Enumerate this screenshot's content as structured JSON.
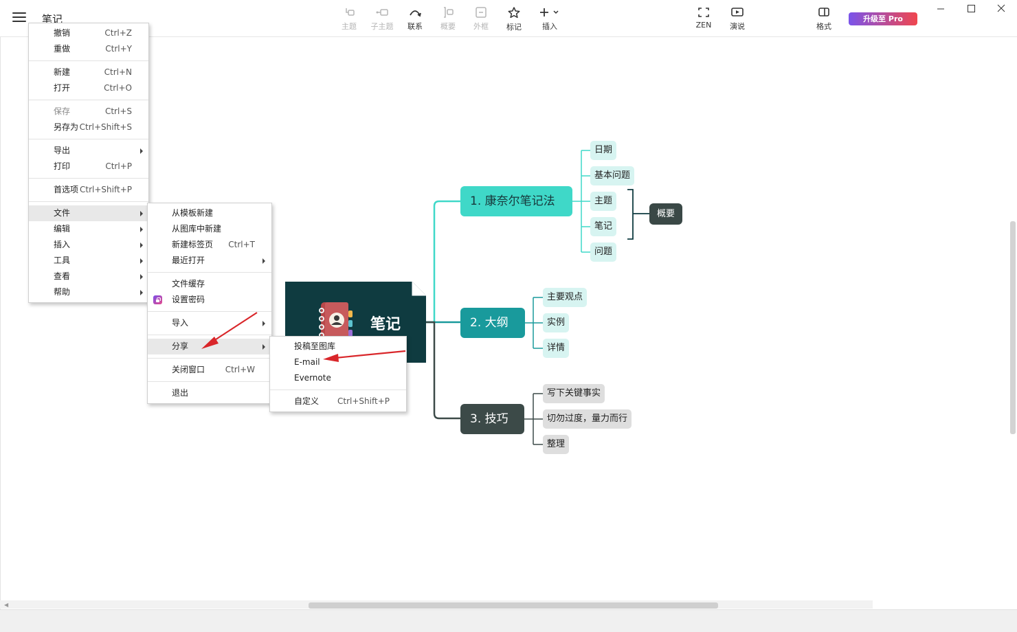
{
  "app": {
    "title": "笔记"
  },
  "toolbar": {
    "items": [
      {
        "label": "主题",
        "icon": "topic-icon",
        "disabled": true
      },
      {
        "label": "子主题",
        "icon": "subtopic-icon",
        "disabled": true
      },
      {
        "label": "联系",
        "icon": "relationship-icon",
        "disabled": false
      },
      {
        "label": "概要",
        "icon": "summary-icon",
        "disabled": true
      },
      {
        "label": "外框",
        "icon": "boundary-icon",
        "disabled": true
      },
      {
        "label": "标记",
        "icon": "star-icon",
        "disabled": false
      },
      {
        "label": "插入",
        "icon": "plus-icon",
        "disabled": false
      },
      {
        "label": "ZEN",
        "icon": "fullscreen-icon",
        "disabled": false
      },
      {
        "label": "演说",
        "icon": "present-icon",
        "disabled": false
      },
      {
        "label": "格式",
        "icon": "format-panel-icon",
        "disabled": false
      }
    ],
    "upgrade_label": "升级至 Pro",
    "upgrade_gradient": [
      "#7a54ea",
      "#f0464e"
    ]
  },
  "main_menu": {
    "groups": [
      [
        {
          "label": "撤销",
          "shortcut": "Ctrl+Z"
        },
        {
          "label": "重做",
          "shortcut": "Ctrl+Y"
        }
      ],
      [
        {
          "label": "新建",
          "shortcut": "Ctrl+N"
        },
        {
          "label": "打开",
          "shortcut": "Ctrl+O"
        }
      ],
      [
        {
          "label": "保存",
          "shortcut": "Ctrl+S"
        },
        {
          "label": "另存为",
          "shortcut": "Ctrl+Shift+S"
        }
      ],
      [
        {
          "label": "导出",
          "submenu": true
        },
        {
          "label": "打印",
          "shortcut": "Ctrl+P"
        }
      ],
      [
        {
          "label": "首选项",
          "shortcut": "Ctrl+Shift+P"
        }
      ],
      [
        {
          "label": "文件",
          "submenu": true
        },
        {
          "label": "编辑",
          "submenu": true
        },
        {
          "label": "插入",
          "submenu": true
        },
        {
          "label": "工具",
          "submenu": true
        },
        {
          "label": "查看",
          "submenu": true
        },
        {
          "label": "帮助",
          "submenu": true
        }
      ]
    ]
  },
  "file_menu": {
    "groups": [
      [
        {
          "label": "从模板新建"
        },
        {
          "label": "从图库中新建"
        },
        {
          "label": "新建标签页",
          "shortcut": "Ctrl+T"
        },
        {
          "label": "最近打开",
          "submenu": true
        }
      ],
      [
        {
          "label": "文件缓存"
        },
        {
          "label": "设置密码"
        }
      ],
      [
        {
          "label": "导入",
          "submenu": true
        }
      ],
      [
        {
          "label": "分享",
          "submenu": true
        }
      ],
      [
        {
          "label": "关闭窗口",
          "shortcut": "Ctrl+W"
        }
      ],
      [
        {
          "label": "退出"
        }
      ]
    ]
  },
  "share_menu": {
    "groups": [
      [
        {
          "label": "投稿至图库"
        },
        {
          "label": "E-mail"
        },
        {
          "label": "Evernote"
        }
      ],
      [
        {
          "label": "自定义",
          "shortcut": "Ctrl+Shift+P"
        }
      ]
    ]
  },
  "mindmap": {
    "root": {
      "label": "笔记",
      "color": "#0f3b40"
    },
    "branches": [
      {
        "label": "1. 康奈尔笔记法",
        "color": "#3fd8c8",
        "children": [
          "日期",
          "基本问题",
          "主题",
          "笔记",
          "问题"
        ]
      },
      {
        "label": "2. 大纲",
        "color": "#199a9c",
        "children": [
          "主要观点",
          "实例",
          "详情"
        ]
      },
      {
        "label": "3. 技巧",
        "color": "#3c4a48",
        "children": [
          "写下关键事实",
          "切勿过度，量力而行",
          "整理"
        ]
      }
    ],
    "summary": "概要"
  },
  "annotation_color": "#d9262a"
}
